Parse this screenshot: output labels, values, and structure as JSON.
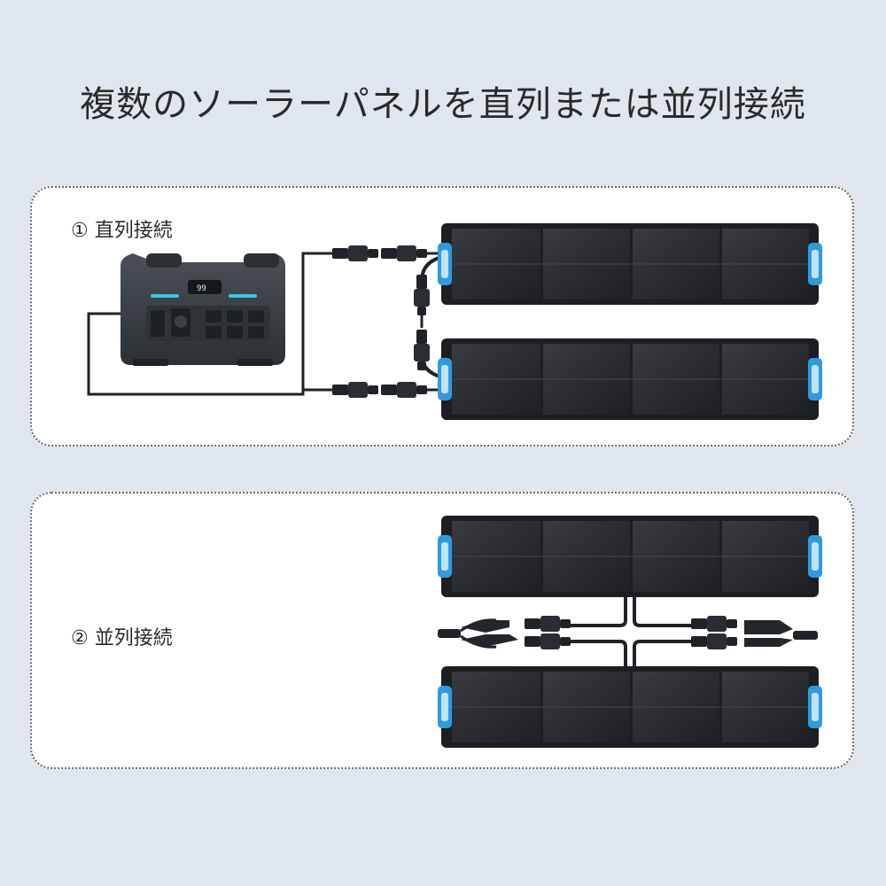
{
  "title": "複数のソーラーパネルを直列または並列接続",
  "series": {
    "label": "① 直列接続",
    "station_display": "99"
  },
  "parallel": {
    "label": "② 並列接続"
  },
  "colors": {
    "background": "#dfe6ed",
    "card": "#ffffff",
    "panel_accent": "#2f9ae0",
    "panel_cell": "#2b2d31",
    "station_body": "#3a3f44",
    "station_accent": "#39c6e6",
    "cable": "#1f2226"
  }
}
